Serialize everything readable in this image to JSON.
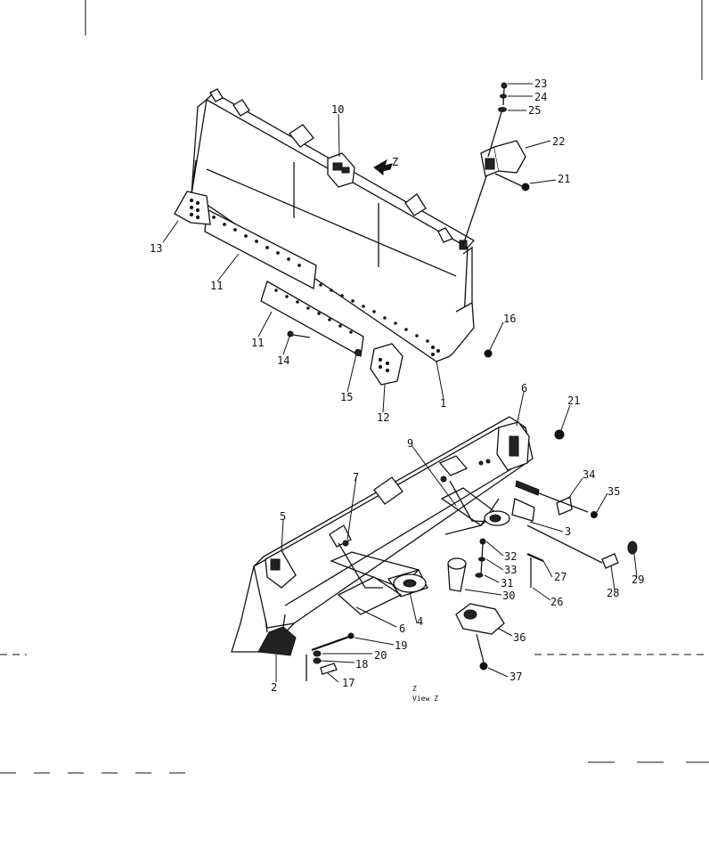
{
  "diagram": {
    "view_label_line1": "Z",
    "view_label_line2": "View Z",
    "arrow_label": "Z",
    "callouts": {
      "c1": "1",
      "c2": "2",
      "c3": "3",
      "c4": "4",
      "c5": "5",
      "c6": "6",
      "c6b": "6",
      "c7": "7",
      "c9": "9",
      "c10": "10",
      "c11": "11",
      "c11b": "11",
      "c12": "12",
      "c13": "13",
      "c14": "14",
      "c15": "15",
      "c16": "16",
      "c17": "17",
      "c18": "18",
      "c19": "19",
      "c20": "20",
      "c21": "21",
      "c21b": "21",
      "c22": "22",
      "c23": "23",
      "c24": "24",
      "c25": "25",
      "c26": "26",
      "c27": "27",
      "c28": "28",
      "c29": "29",
      "c30": "30",
      "c31": "31",
      "c32": "32",
      "c33": "33",
      "c34": "34",
      "c35": "35",
      "c36": "36",
      "c37": "37"
    }
  }
}
